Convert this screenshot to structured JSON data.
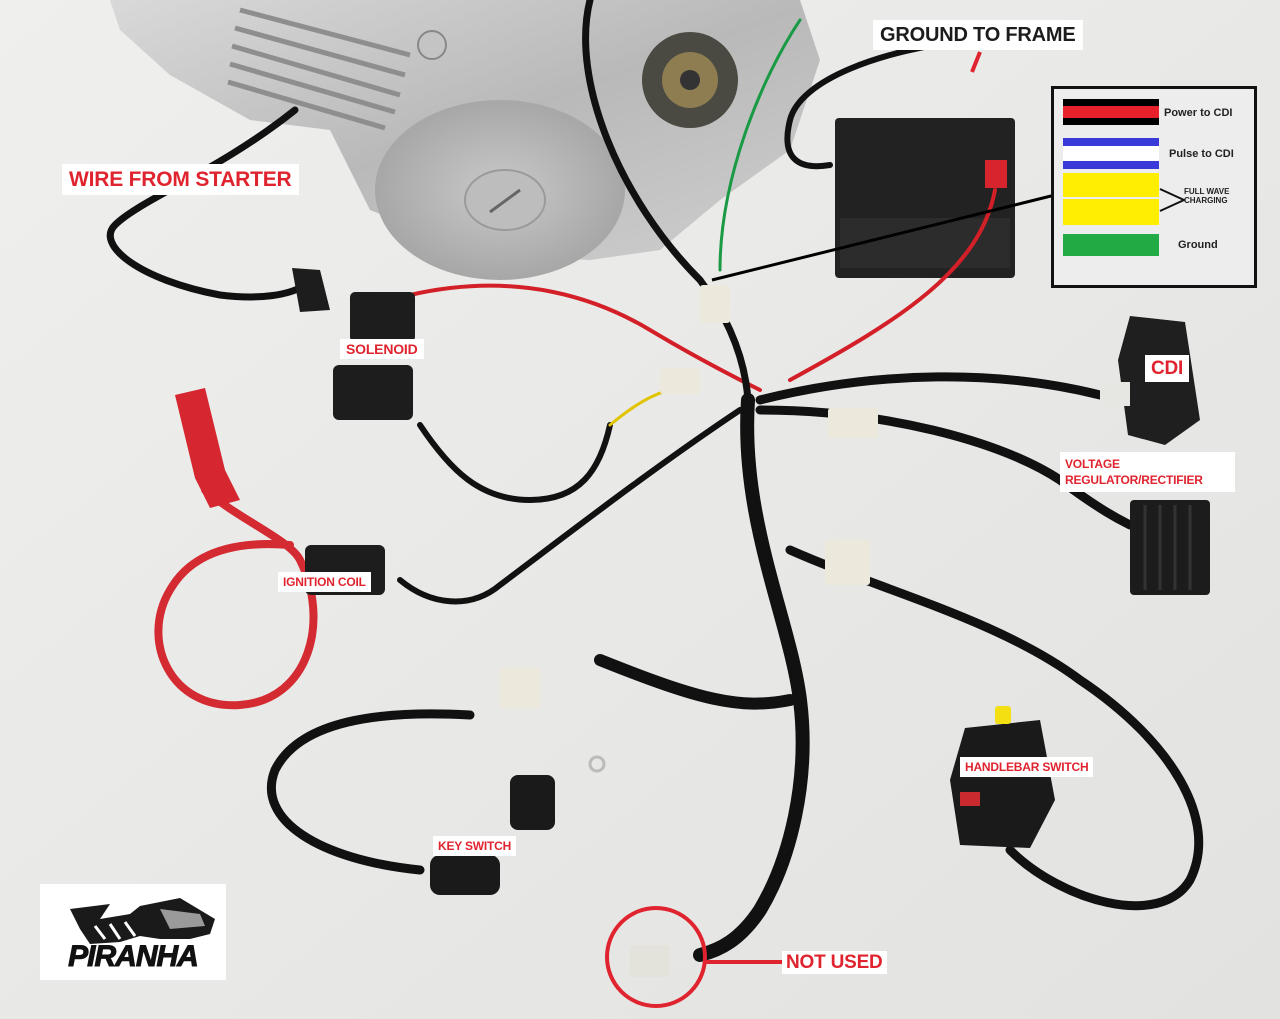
{
  "image": {
    "subject": "Motorcycle engine wiring harness photo with annotations",
    "background_color": "#e9e9e7",
    "annotation_color": "#e0242f"
  },
  "labels": {
    "ground_to_frame": "GROUND TO FRAME",
    "wire_from_starter": "WIRE FROM STARTER",
    "solenoid": "SOLENOID",
    "cdi": "CDI",
    "voltage_regulator_line1": "VOLTAGE",
    "voltage_regulator_line2": "REGULATOR/RECTIFIER",
    "ignition_coil": "IGNITION COIL",
    "handlebar_switch": "HANDLEBAR SWITCH",
    "key_switch": "KEY SWITCH",
    "not_used": "NOT USED"
  },
  "legend": {
    "items": [
      {
        "label": "Power to CDI",
        "colors": [
          "#000000",
          "#e8202a",
          "#000000"
        ]
      },
      {
        "label": "Pulse to CDI",
        "colors": [
          "#3a3ad8",
          "#ffffff",
          "#3a3ad8"
        ]
      },
      {
        "label_line1": "FULL WAVE",
        "label_line2": "CHARGING",
        "colors": [
          "#ffee00",
          "#ffee00"
        ]
      },
      {
        "label": "Ground",
        "colors": [
          "#22aa44"
        ]
      }
    ]
  },
  "logo": {
    "text": "PIRANHA"
  }
}
